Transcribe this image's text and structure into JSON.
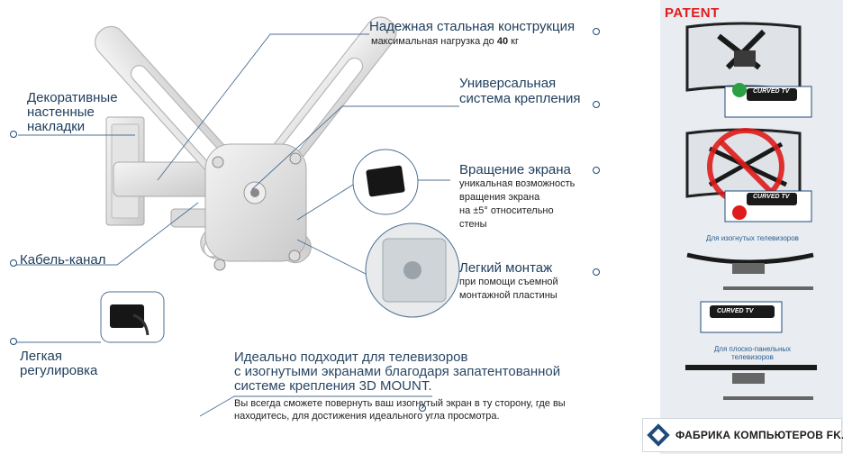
{
  "features": {
    "steel": {
      "title": "Надежная стальная конструкция",
      "sub_prefix": "максимальная нагрузка до ",
      "sub_bold": "40",
      "sub_suffix": " кг"
    },
    "universal": {
      "title_1": "Универсальная",
      "title_2": "система крепления"
    },
    "rotation": {
      "title": "Вращение экрана",
      "desc": [
        "уникальная возможность",
        "вращения экрана",
        "на ±5° относительно",
        "стены"
      ]
    },
    "install": {
      "title": "Легкий монтаж",
      "desc": [
        "при помощи съемной",
        "монтажной пластины"
      ]
    },
    "decor": {
      "title": [
        "Декоративные",
        "настенные",
        "накладки"
      ]
    },
    "cable": {
      "title": "Кабель-канал"
    },
    "adjust": {
      "title": [
        "Легкая",
        "регулировка"
      ]
    },
    "curved": {
      "title": [
        "Идеально подходит для телевизоров",
        "с изогнутыми экранами благодаря запатентованной",
        "системе крепления 3D MOUNT."
      ],
      "desc": [
        "Вы всегда сможете повернуть ваш изогнутый экран в ту сторону, где вы",
        "находитесь, для достижения идеального угла просмотра."
      ]
    }
  },
  "patent": {
    "label": "PATENT",
    "curved_badge_1": "CURVED TV",
    "curved_badge_2": "CURVED TV",
    "curved_badge_3": "CURVED TV",
    "curved_caption": "Для изогнутых телевизоров",
    "flat_caption": [
      "Для плоско-панельных",
      "телевизоров"
    ]
  },
  "logo": {
    "text": "ФАБРИКА КОМПЬЮТЕРОВ FK.BY"
  },
  "colors": {
    "accent": "#1f4a7a",
    "red": "#e01b1b",
    "green": "#2aa043"
  }
}
